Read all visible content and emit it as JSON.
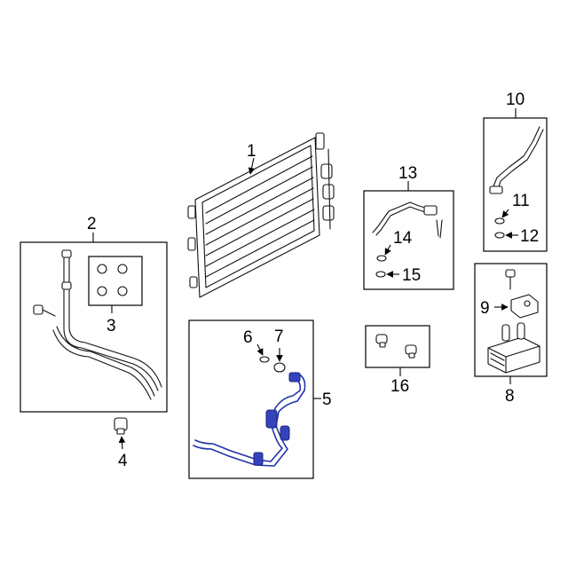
{
  "callouts": {
    "c1": "1",
    "c2": "2",
    "c3": "3",
    "c4": "4",
    "c5": "5",
    "c6": "6",
    "c7": "7",
    "c8": "8",
    "c9": "9",
    "c10": "10",
    "c11": "11",
    "c12": "12",
    "c13": "13",
    "c14": "14",
    "c15": "15",
    "c16": "16"
  },
  "colors": {
    "line": "#111111",
    "highlight": "#3344bb",
    "background": "#ffffff"
  }
}
